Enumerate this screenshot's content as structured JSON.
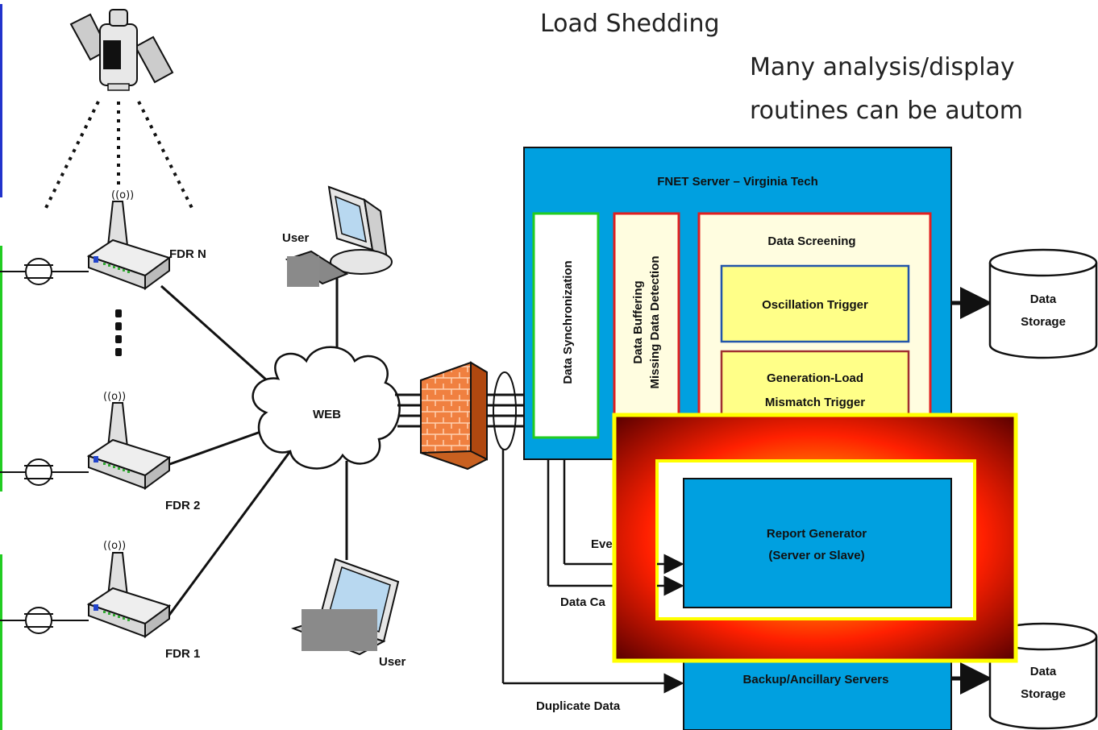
{
  "slide": {
    "title": "Load Shedding",
    "subtitle_line1": "Many analysis/display",
    "subtitle_line2": "routines can be autom"
  },
  "nodes": {
    "fdr_n": "FDR N",
    "fdr_2": "FDR 2",
    "fdr_1": "FDR 1",
    "user_top": "User",
    "user_bottom": "User",
    "web": "WEB",
    "server_title": "FNET Server – Virginia Tech",
    "data_sync": "Data Synchronization",
    "buffer_line1": "Data Buffering",
    "buffer_line2": "Missing Data Detection",
    "screening": "Data Screening",
    "osc_trigger": "Oscillation Trigger",
    "gen_line1": "Generation-Load",
    "gen_line2": "Mismatch Trigger",
    "storage_top_1": "Data",
    "storage_top_2": "Storage",
    "storage_bot_1": "Data",
    "storage_bot_2": "Storage",
    "report_line1": "Report Generator",
    "report_line2": "(Server or Slave)",
    "backup": "Backup/Ancillary Servers",
    "event_partial_a": "Eve",
    "event_partial_b": "e",
    "datacap_partial": "Data Ca",
    "duplicate": "Duplicate Data"
  },
  "colors": {
    "server_blue": "#00a0e0",
    "highlight_yellow": "#ffff00",
    "cream": "#fffde0",
    "trigger_yellow": "#ffff88",
    "red_border": "#e02020",
    "green_border": "#22cc22"
  }
}
